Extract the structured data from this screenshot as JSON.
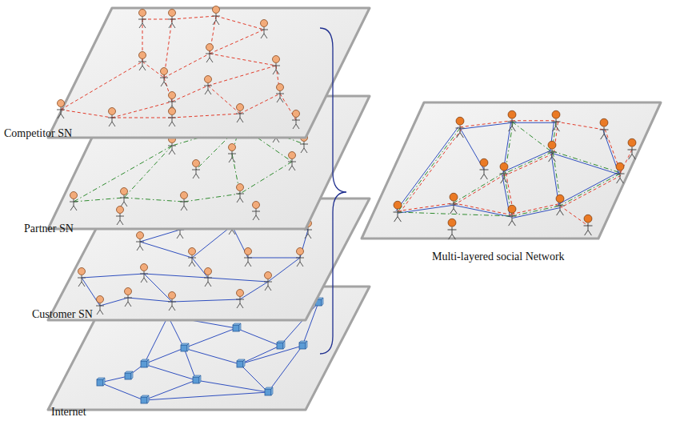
{
  "diagram": {
    "nodes": [
      {
        "text": [
          "Competitor SN"
        ]
      },
      {
        "text": [
          "Partner SN"
        ]
      },
      {
        "text": [
          "Customer SN"
        ]
      },
      {
        "text": [
          "Internet"
        ]
      },
      {
        "text": [
          "Multi-layered social Network"
        ]
      }
    ]
  }
}
